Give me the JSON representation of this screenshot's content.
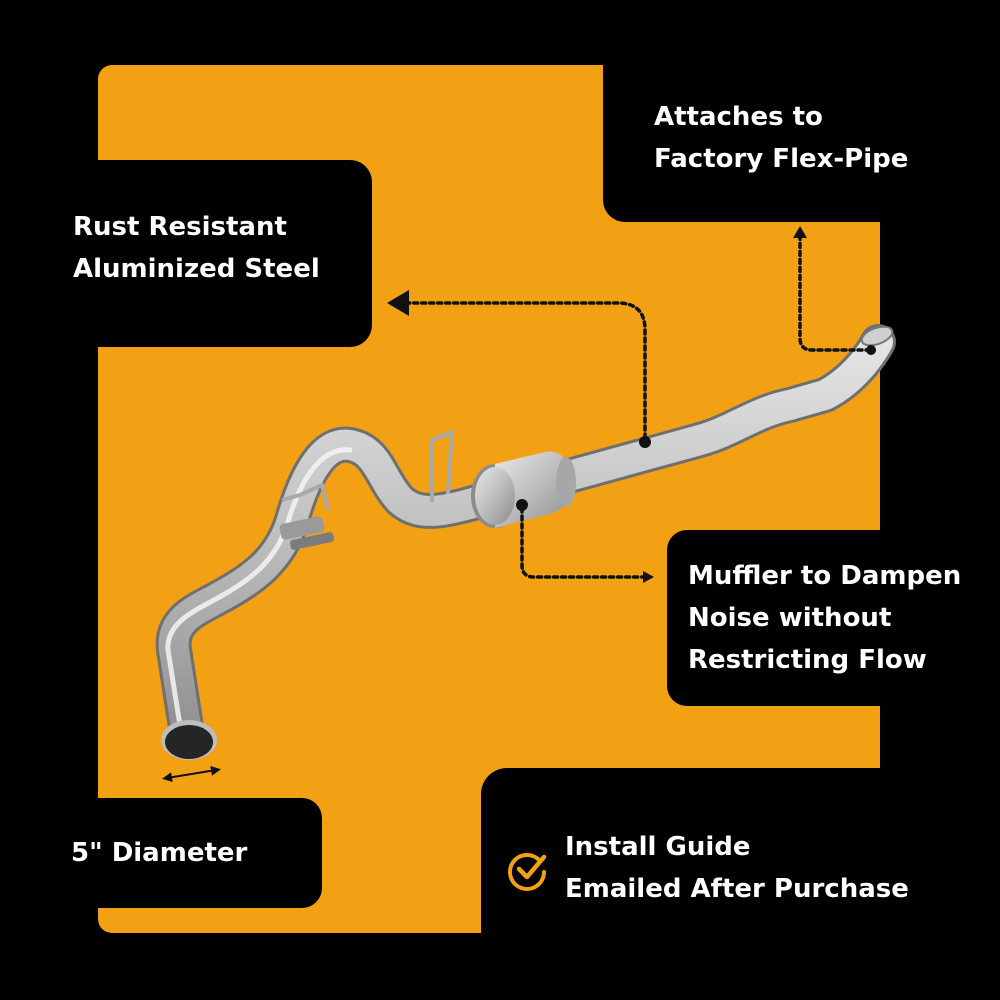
{
  "colors": {
    "background": "#000000",
    "panel": "#F2A114",
    "text": "#FFFFFF",
    "accent": "#F2A114"
  },
  "callouts": {
    "flex_pipe": {
      "line1": "Attaches to",
      "line2": "Factory Flex-Pipe"
    },
    "steel": {
      "line1": "Rust Resistant",
      "line2": "Aluminized Steel"
    },
    "muffler": {
      "line1": "Muffler to Dampen",
      "line2": "Noise without",
      "line3": "Restricting Flow"
    },
    "diameter": {
      "line1": "5\" Diameter"
    },
    "install": {
      "line1": "Install Guide",
      "line2": "Emailed After Purchase",
      "icon": "check-circle-icon"
    }
  }
}
